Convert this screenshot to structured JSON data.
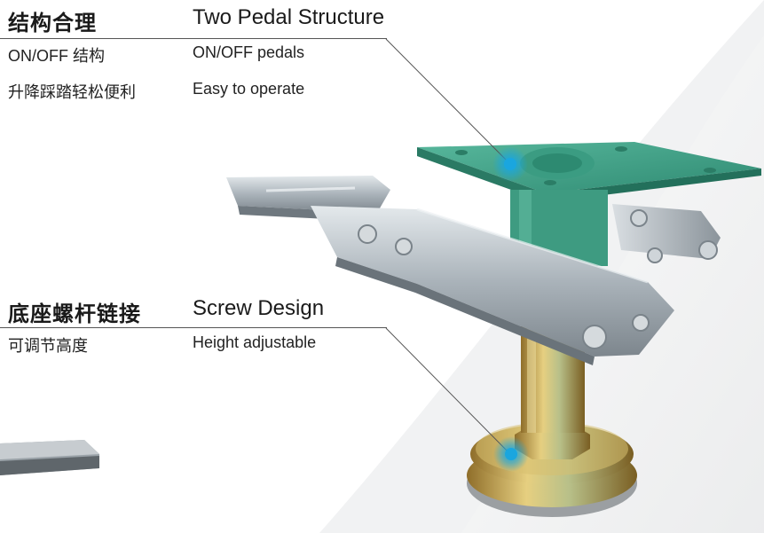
{
  "section1": {
    "title_zh": "结构合理",
    "title_en": "Two Pedal Structure",
    "lines": [
      {
        "zh": "ON/OFF 结构",
        "en": "ON/OFF pedals"
      },
      {
        "zh": "升降踩踏轻松便利",
        "en": "Easy to operate"
      }
    ]
  },
  "section2": {
    "title_zh": "底座螺杆链接",
    "title_en": "Screw Design",
    "lines": [
      {
        "zh": "可调节高度",
        "en": "Height adjustable"
      }
    ]
  },
  "colors": {
    "plate_green": "#3f9e86",
    "steel": "#b9c2c8",
    "brass": "#c9a64a",
    "callout_blue": "#1aa6df"
  }
}
